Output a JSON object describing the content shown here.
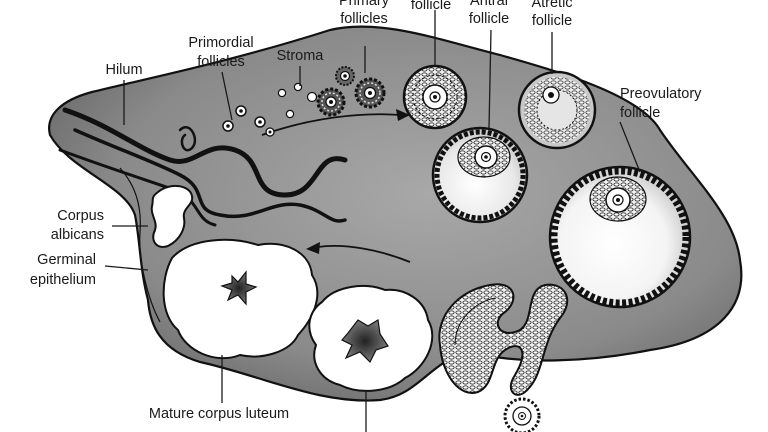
{
  "labels": {
    "primary_follicles": [
      "Primary",
      "follicles"
    ],
    "secondary_follicle": "follicle",
    "antral_follicle": [
      "Antral",
      "follicle"
    ],
    "atretic_follicle": [
      "Atretic",
      "follicle"
    ],
    "stroma": "Stroma",
    "primordial_follicles": [
      "Primordial",
      "follicles"
    ],
    "hilum": "Hilum",
    "preovulatory_follicle": [
      "Preovulatory",
      "follicle"
    ],
    "corpus_albicans": [
      "Corpus",
      "albicans"
    ],
    "germinal_epithelium": [
      "Germinal",
      "epithelium"
    ],
    "mature_corpus_luteum": "Mature corpus luteum"
  },
  "colors": {
    "ovary_fill": "#8c8c8c",
    "ovary_dark": "#5e5e5e",
    "outline": "#111111",
    "luteal_fill": "#ffffff",
    "label_text": "#1a1a1a"
  }
}
